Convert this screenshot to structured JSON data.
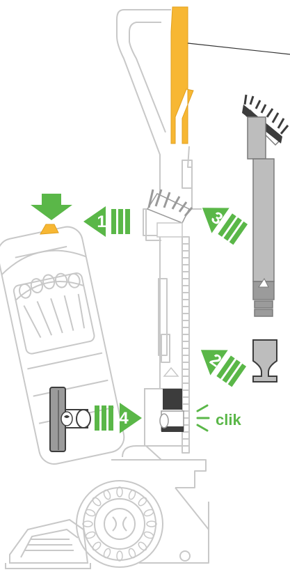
{
  "colors": {
    "outline": "#c8c8c8",
    "outline_dark": "#9a9a9a",
    "accent_yellow": "#f7b733",
    "arrow_green": "#5ab748",
    "dark_grey": "#3c3c3c",
    "mid_grey": "#9b9b9b",
    "light_grey": "#bdbdbd",
    "white": "#ffffff"
  },
  "steps": [
    {
      "number": "1",
      "icon": "arrow-left-icon"
    },
    {
      "number": "2",
      "icon": "arrow-down-left-icon"
    },
    {
      "number": "3",
      "icon": "arrow-down-left-icon"
    },
    {
      "number": "4",
      "icon": "arrow-right-icon"
    }
  ],
  "sound_label": "clik",
  "icons": {
    "top": "arrow-down-icon",
    "callout": "leader-line-icon",
    "sound": "click-lines-icon"
  }
}
